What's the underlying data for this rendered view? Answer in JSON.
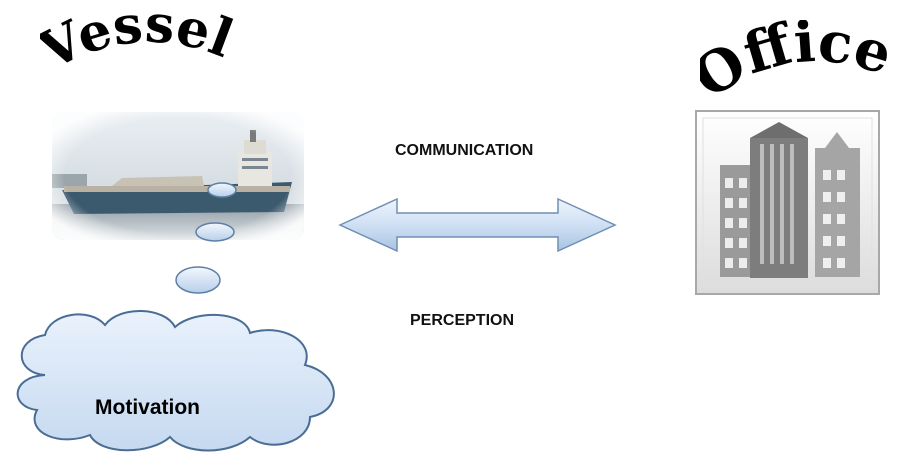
{
  "vessel": {
    "title": "Vessel"
  },
  "office": {
    "title": "Office"
  },
  "arrow": {
    "top_label": "COMMUNICATION",
    "bottom_label": "PERCEPTION"
  },
  "thought": {
    "label": "Motivation"
  },
  "colors": {
    "arrow_fill": "#cfe0f4",
    "arrow_stroke": "#6f8fb4",
    "cloud_fill": "#d7e7f8",
    "cloud_stroke": "#4a6d95",
    "ship_hull": "#3c5a6e",
    "building_gray": "#8a8a8a"
  }
}
